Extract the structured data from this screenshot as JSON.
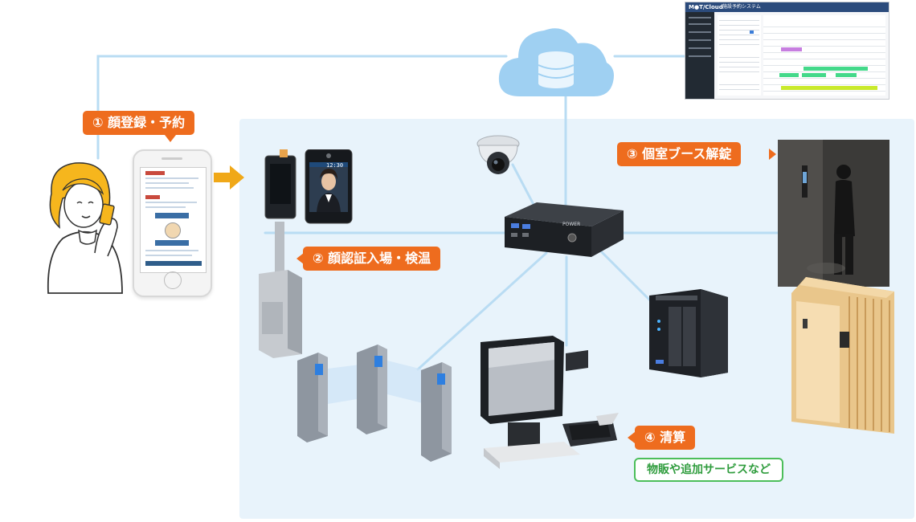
{
  "steps": {
    "step1": {
      "label": "① 顔登録・予約"
    },
    "step2": {
      "label": "② 顔認証入場・検温"
    },
    "step3": {
      "label": "③ 個室ブース解錠"
    },
    "step4": {
      "label": "④ 清算"
    },
    "step4_note": {
      "label": "物販や追加サービスなど"
    }
  },
  "dashboard": {
    "brand": "M●T/Cloud",
    "app_name": "施設予約システム"
  },
  "thermal_device": {
    "time": "12:30"
  },
  "mini_pc": {
    "label": "POWER"
  },
  "colors": {
    "accent_orange": "#ee6c1e",
    "wire_blue": "#b9dcf3",
    "stage_bg": "#e8f3fb",
    "note_green": "#4cbe5a",
    "arrow_yellow": "#f0a818"
  }
}
